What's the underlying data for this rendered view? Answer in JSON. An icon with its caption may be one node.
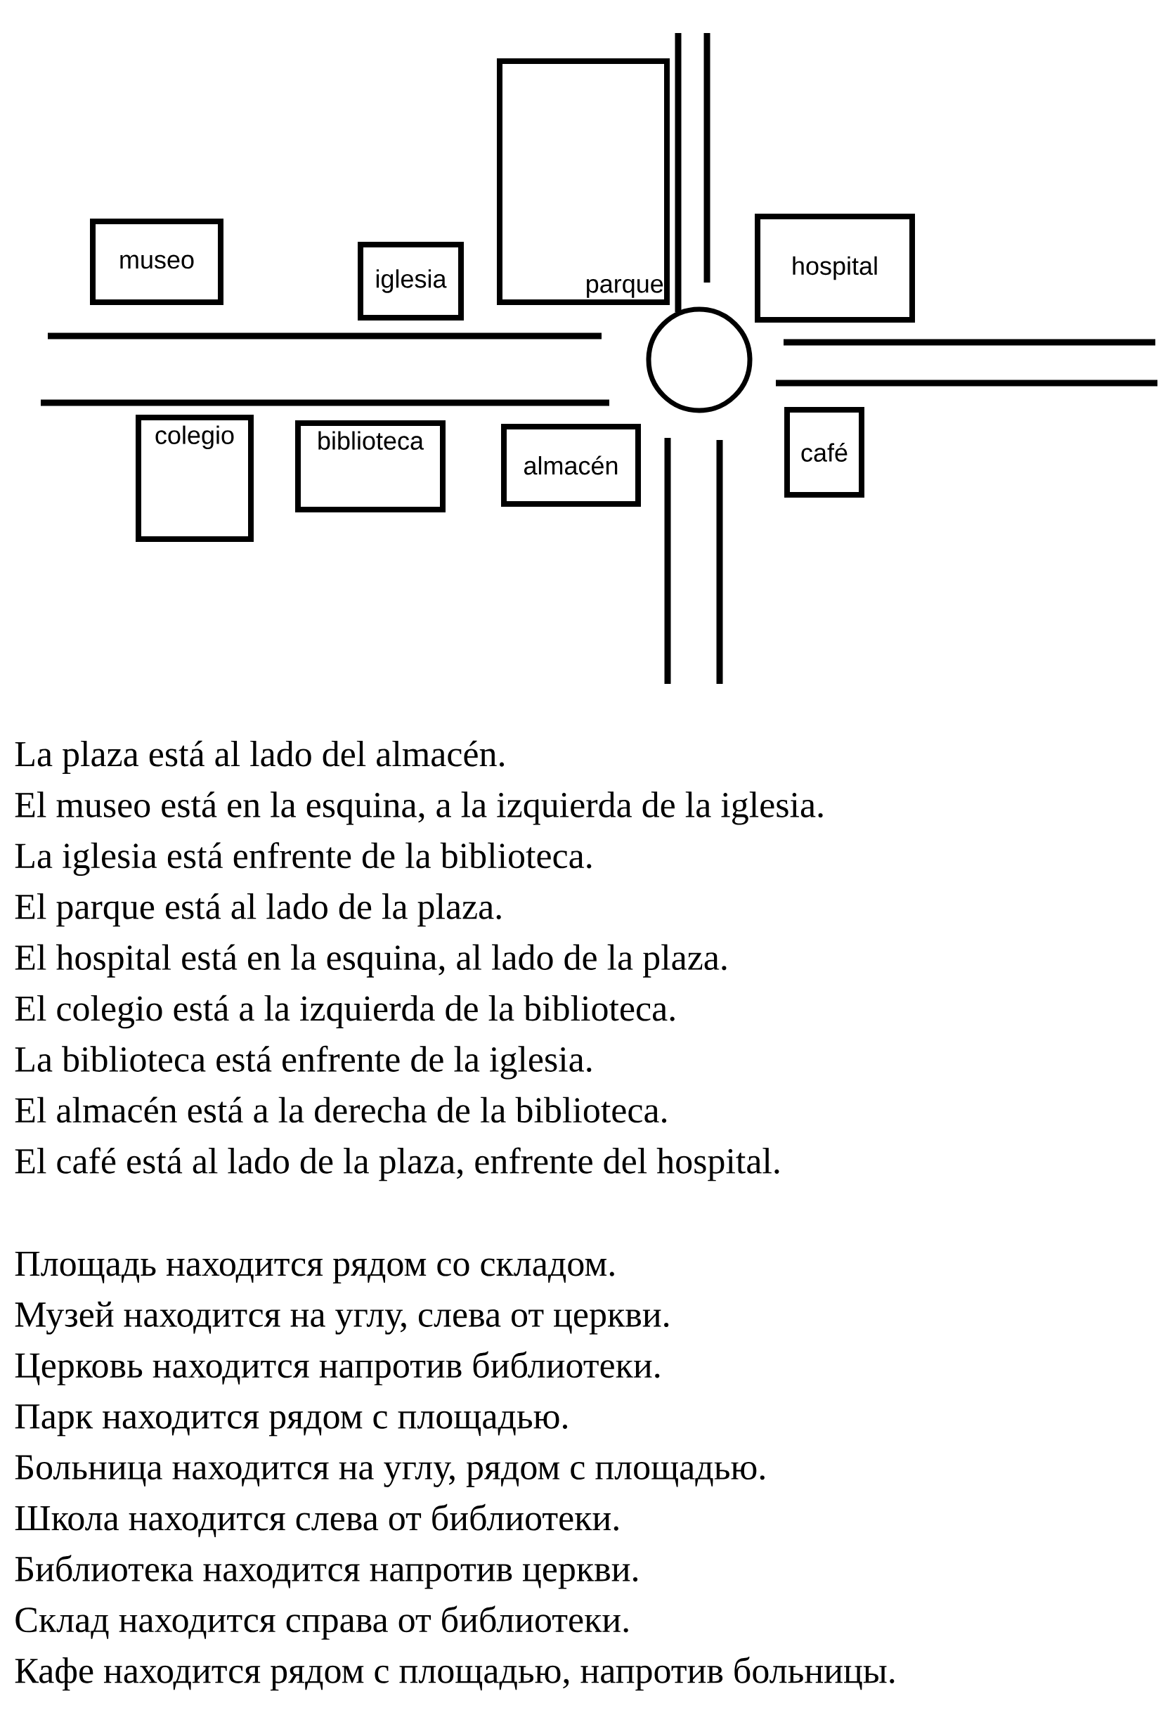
{
  "diagram": {
    "nodes": [
      {
        "text": [
          "museo"
        ]
      },
      {
        "text": [
          "iglesia"
        ]
      },
      {
        "text": [
          "parque"
        ]
      },
      {
        "text": [
          "hospital"
        ]
      },
      {
        "text": [],
        "shape": "circle"
      },
      {
        "text": [
          "colegio"
        ]
      },
      {
        "text": [
          "biblioteca"
        ]
      },
      {
        "text": [
          "almacén"
        ]
      },
      {
        "text": [
          "café"
        ]
      }
    ],
    "edges": [],
    "labels": [
      "La plaza está al lado del almacén.",
      "El museo está en la esquina, a la izquierda de la iglesia.",
      "La iglesia está enfrente de la biblioteca.",
      "El parque está al lado de la plaza.",
      "El hospital está en la esquina, al lado de la plaza.",
      "El colegio está a la izquierda de la biblioteca.",
      "La biblioteca está enfrente de la iglesia.",
      "El almacén está a la derecha de la biblioteca.",
      "El café está al lado de la plaza, enfrente del hospital.",
      "Площадь находится рядом со складом.",
      "Музей находится на углу, слева от церкви.",
      "Церковь находится напротив библиотеки.",
      "Парк находится рядом с площадью.",
      "Больница находится на углу, рядом с площадью.",
      "Школа находится слева от библиотеки.",
      "Библиотека находится напротив церкви.",
      "Склад находится справа от библиотеки.",
      "Кафе находится рядом с площадью, напротив больницы."
    ]
  }
}
